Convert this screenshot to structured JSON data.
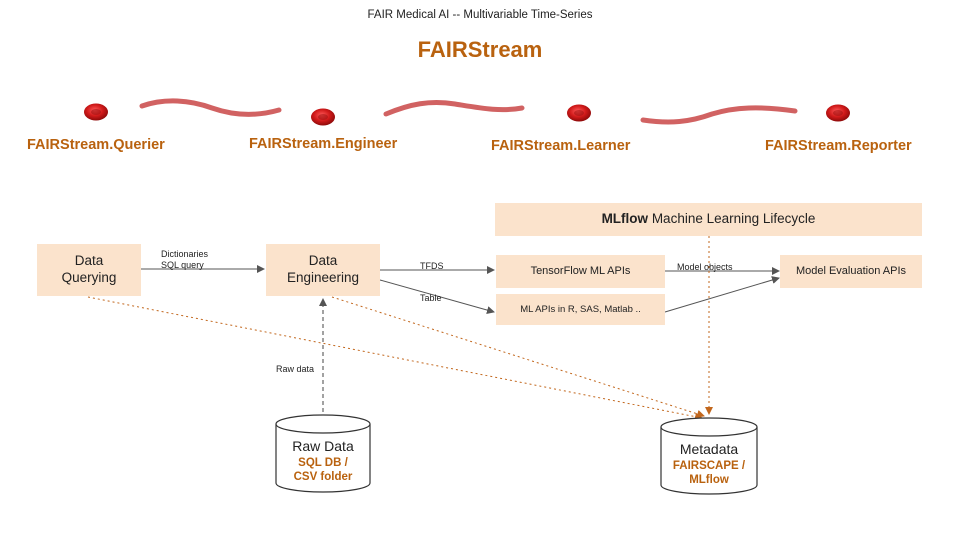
{
  "header": {
    "subtitle": "FAIR Medical AI -- Multivariable Time-Series",
    "title": "FAIRStream"
  },
  "stages": [
    {
      "id": "querier",
      "label": "FAIRStream.Querier"
    },
    {
      "id": "engineer",
      "label": "FAIRStream.Engineer"
    },
    {
      "id": "learner",
      "label": "FAIRStream.Learner"
    },
    {
      "id": "reporter",
      "label": "FAIRStream.Reporter"
    }
  ],
  "mlflow": {
    "bold": "MLflow",
    "rest": " Machine Learning Lifecycle"
  },
  "boxes": {
    "data_querying": "Data\nQuerying",
    "data_engineering": "Data\nEngineering",
    "tensorflow": "TensorFlow ML APIs",
    "ml_apis_other": "ML APIs in R, SAS, Matlab ..",
    "model_evaluation": "Model Evaluation APIs"
  },
  "edges": {
    "dictionaries": "Dictionaries",
    "sql_query": "SQL query",
    "tfds": "TFDS",
    "table": "Table",
    "model_objects": "Model objects",
    "raw_data": "Raw data"
  },
  "databases": {
    "raw": {
      "title": "Raw Data",
      "sub1": "SQL DB /",
      "sub2": "CSV folder"
    },
    "metadata": {
      "title": "Metadata",
      "sub1": "FAIRSCAPE /",
      "sub2": "MLflow"
    }
  },
  "colors": {
    "accent": "#b9620f",
    "box_fill": "#fbe3cc",
    "stream": "#c94747",
    "cell": "#d11a1a"
  }
}
